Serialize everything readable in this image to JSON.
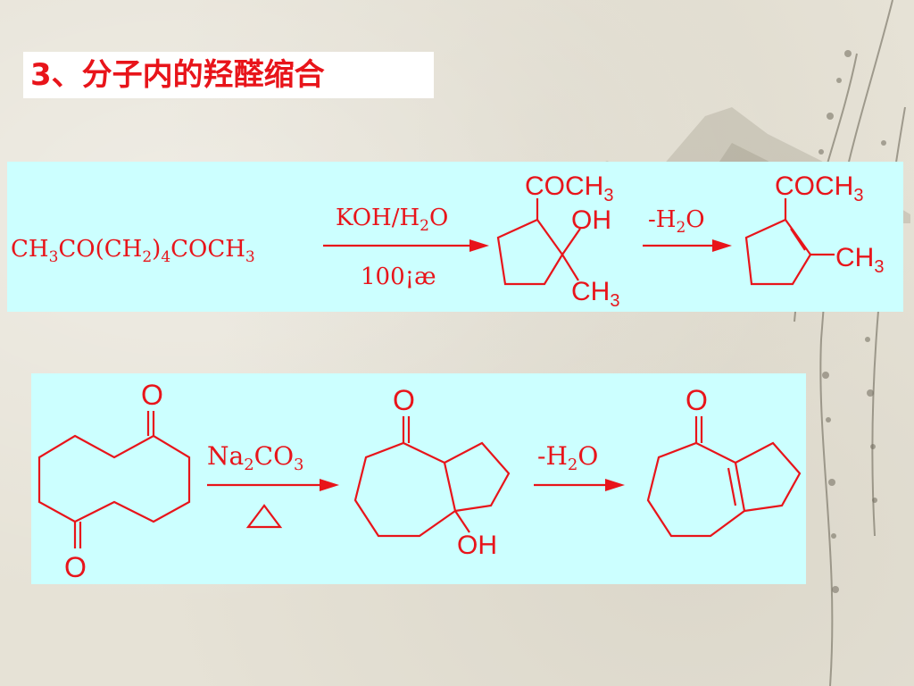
{
  "slide": {
    "title": "3、分子内的羟醛缩合"
  },
  "reaction1": {
    "reactant": [
      "CH",
      "3",
      "CO(CH",
      "2",
      ")",
      "4",
      "COCH",
      "3"
    ],
    "reagent_top": [
      "KOH/H",
      "2",
      "O"
    ],
    "reagent_bottom": "100¡æ",
    "intermediate_sub_top": [
      "COCH",
      "3"
    ],
    "intermediate_oh": "OH",
    "intermediate_ch3": [
      "CH",
      "3"
    ],
    "step2": [
      "-H",
      "2",
      "O"
    ],
    "product_sub_top": [
      "COCH",
      "3"
    ],
    "product_ch3": [
      "CH",
      "3"
    ]
  },
  "reaction2": {
    "reactant_o_top": "O",
    "reactant_o_bottom": "O",
    "reagent_top": [
      "Na",
      "2",
      "CO",
      "3"
    ],
    "reagent_bottom_icon": "triangle-heat-icon",
    "intermediate_o": "O",
    "intermediate_oh": "OH",
    "step2": [
      "-H",
      "2",
      "O"
    ],
    "product_o": "O"
  },
  "colors": {
    "accent": "#e8141a",
    "panel": "#ccffff"
  }
}
